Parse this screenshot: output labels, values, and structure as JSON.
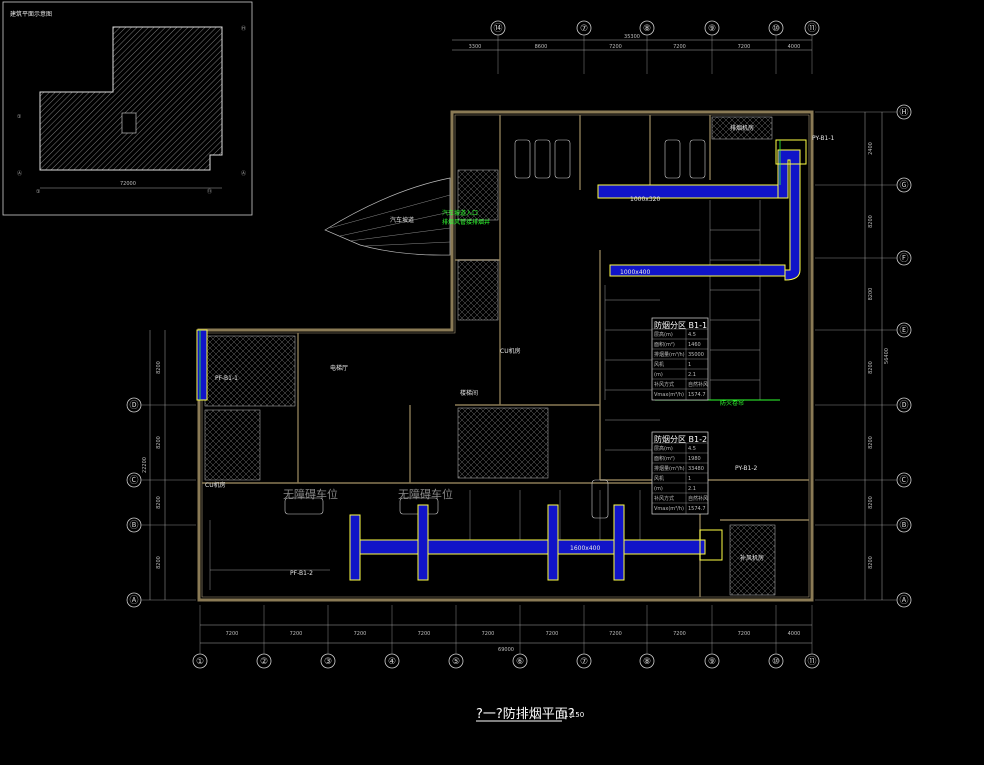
{
  "drawing": {
    "title": "?一?防排烟平面?",
    "scale": "1:150"
  },
  "key_plan": {
    "title": "建筑平面示意图",
    "left_labels": [
      "①",
      "Ⓐ"
    ],
    "right_labels": [
      "Ⓗ",
      "Ⓐ"
    ],
    "bottom_labels": [
      "①",
      "⑪"
    ],
    "dimension": "72000"
  },
  "axes": {
    "top": [
      "⑭",
      "⑦",
      "⑧",
      "⑨",
      "⑩",
      "⑪"
    ],
    "bottom": [
      "①",
      "②",
      "③",
      "④",
      "⑤",
      "⑥",
      "⑦",
      "⑧",
      "⑨",
      "⑩",
      "⑪"
    ],
    "right": [
      "Ⓗ",
      "Ⓖ",
      "Ⓕ",
      "Ⓔ",
      "Ⓓ",
      "Ⓒ",
      "Ⓑ",
      "Ⓐ"
    ],
    "left": [
      "Ⓓ",
      "Ⓒ",
      "Ⓑ",
      "Ⓐ"
    ]
  },
  "dimensions": {
    "top": [
      "3300",
      "8600",
      "7200",
      "7200",
      "7200",
      "4000"
    ],
    "top_total": "35300",
    "bottom": [
      "7200",
      "7200",
      "7200",
      "7200",
      "7200",
      "7200",
      "7200",
      "7200",
      "7200",
      "4000"
    ],
    "bottom_total": "69000",
    "right": [
      "2400",
      "8200",
      "8200",
      "8200",
      "8200",
      "8200",
      "8200",
      "8200"
    ],
    "right_total": "56400",
    "left": [
      "8200",
      "8200",
      "8200",
      "8200"
    ],
    "left_total": "22200"
  },
  "tables": [
    {
      "title": "防烟分区 B1-1",
      "rows": [
        [
          "层高(m)",
          "4.5"
        ],
        [
          "面积(m²)",
          "1460"
        ],
        [
          "排烟量(m³/h)",
          "35000"
        ],
        [
          "风机",
          "1"
        ],
        [
          "(m)",
          "2.1"
        ],
        [
          "补风方式",
          "自然补风"
        ],
        [
          "Vmax(m³/h)",
          "1574.7"
        ]
      ]
    },
    {
      "title": "防烟分区 B1-2",
      "rows": [
        [
          "层高(m)",
          "4.5"
        ],
        [
          "面积(m²)",
          "1980"
        ],
        [
          "排烟量(m³/h)",
          "33480"
        ],
        [
          "风机",
          "1"
        ],
        [
          "(m)",
          "2.1"
        ],
        [
          "补风方式",
          "自然补风"
        ],
        [
          "Vmax(m³/h)",
          "1574.7"
        ]
      ]
    }
  ],
  "room_labels": [
    "CU机房",
    "CU机房",
    "无障碍车位",
    "无障碍车位",
    "排烟机房",
    "补风机房",
    "汽车坡道",
    "楼梯间",
    "电梯厅"
  ],
  "equipment_notes": [
    "PY-B1-1",
    "PY-B1-2",
    "PF-B1-1",
    "PF-B1-2",
    "1000x320",
    "1000x400",
    "1600x400"
  ],
  "green_notes": [
    "汽车坡道入口",
    "排烟风管接排烟井",
    "防火卷帘"
  ],
  "colors": {
    "background": "#000000",
    "wall": "#8a7a55",
    "duct": "#ffff44",
    "duct_fill": "#1014c8",
    "annotation": "#31ff31",
    "dimension": "#bdbdbd",
    "text": "#ffffff"
  }
}
